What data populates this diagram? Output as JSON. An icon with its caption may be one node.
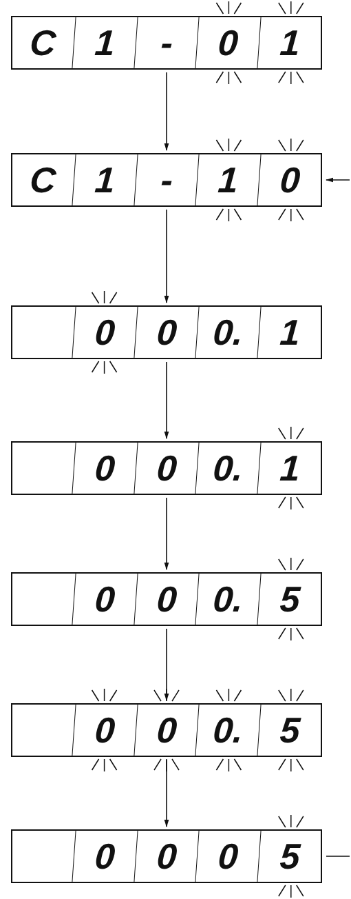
{
  "diagram": {
    "nodes": [
      {
        "text": [
          "C",
          "1",
          "-",
          "0",
          "1"
        ]
      },
      {
        "text": [
          "C",
          "1",
          "-",
          "1",
          "0"
        ]
      },
      {
        "text": [
          "0",
          "0",
          "0.",
          "1"
        ]
      },
      {
        "text": [
          "0",
          "0",
          "0.",
          "1"
        ]
      },
      {
        "text": [
          "0",
          "0",
          "0.",
          "5"
        ]
      },
      {
        "text": [
          "0",
          "0",
          "0.",
          "5"
        ]
      },
      {
        "text": [
          "0",
          "0",
          "0",
          "5"
        ]
      }
    ],
    "edges": [
      {
        "from": 0,
        "to": 1,
        "arrow": "to"
      },
      {
        "from": null,
        "to": 1,
        "arrow": "to"
      },
      {
        "from": 1,
        "to": 2,
        "arrow": "to"
      },
      {
        "from": 2,
        "to": 3,
        "arrow": "to"
      },
      {
        "from": 3,
        "to": 4,
        "arrow": "to"
      },
      {
        "from": 4,
        "to": 5,
        "arrow": "to"
      },
      {
        "from": 5,
        "to": 6,
        "arrow": "to"
      },
      {
        "from": null,
        "to": 6,
        "arrow": "none"
      }
    ]
  }
}
